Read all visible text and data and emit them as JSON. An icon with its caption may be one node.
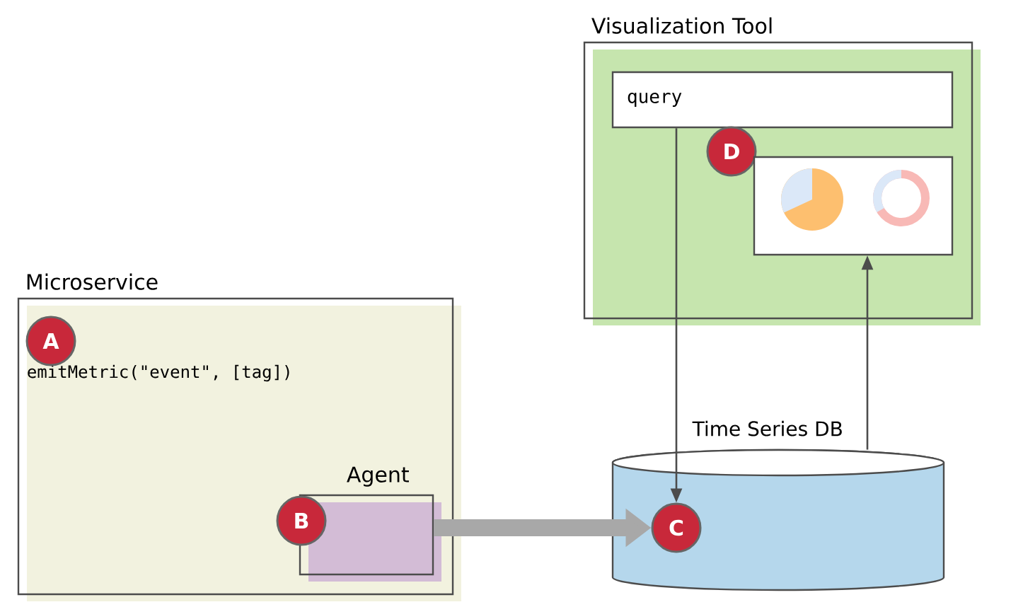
{
  "diagram": {
    "nodes": [
      {
        "text": [
          "Visualization Tool"
        ]
      },
      {
        "text": [
          "query"
        ],
        "in": 0
      },
      {
        "text": [
          "D"
        ],
        "in": 0
      },
      {
        "text": [],
        "shape": "box",
        "in": 0
      },
      {
        "text": [
          "Microservice",
          "emitMetric(\"event\", [tag])"
        ]
      },
      {
        "text": [
          "A"
        ],
        "in": 4
      },
      {
        "text": [
          "Agent"
        ],
        "in": 4
      },
      {
        "text": [
          "B"
        ],
        "in": 4
      },
      {
        "text": [
          "Time Series DB"
        ]
      },
      {
        "text": [
          "C"
        ],
        "in": 8
      }
    ],
    "edges": [
      {
        "from": 6,
        "to": 9,
        "arrow": "to",
        "style": "thick",
        "color": "#a8a8a8"
      },
      {
        "from": 1,
        "to": 9,
        "arrow": "to"
      },
      {
        "from": 8,
        "to": 3,
        "arrow": "to"
      }
    ]
  }
}
